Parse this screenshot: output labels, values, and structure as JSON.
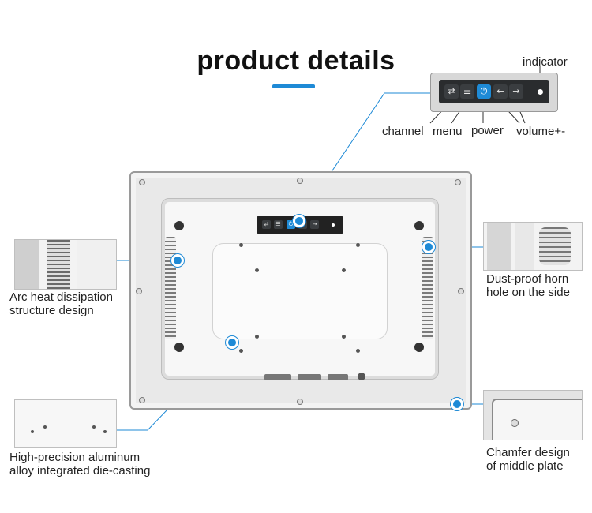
{
  "header": {
    "title": "product details"
  },
  "control_panel": {
    "labels": {
      "indicator": "indicator",
      "channel": "channel",
      "menu": "menu",
      "power": "power",
      "volume": "volume+-"
    },
    "buttons": [
      {
        "icon": "swap-icon",
        "glyph": "⇄"
      },
      {
        "icon": "menu-icon",
        "glyph": "☰"
      },
      {
        "icon": "power-icon",
        "glyph": "⏻"
      },
      {
        "icon": "arrow-left-icon",
        "glyph": "←"
      },
      {
        "icon": "arrow-right-icon",
        "glyph": "→"
      }
    ]
  },
  "callouts": {
    "arc_heat": "Arc heat dissipation\nstructure design",
    "dust_proof": "Dust-proof horn\nhole on the side",
    "aluminum": "High-precision aluminum\nalloy integrated die-casting",
    "chamfer": "Chamfer design\nof middle plate"
  },
  "colors": {
    "accent": "#1e8ad6",
    "panel": "#3a3d40",
    "frame": "#e6e6e6"
  }
}
